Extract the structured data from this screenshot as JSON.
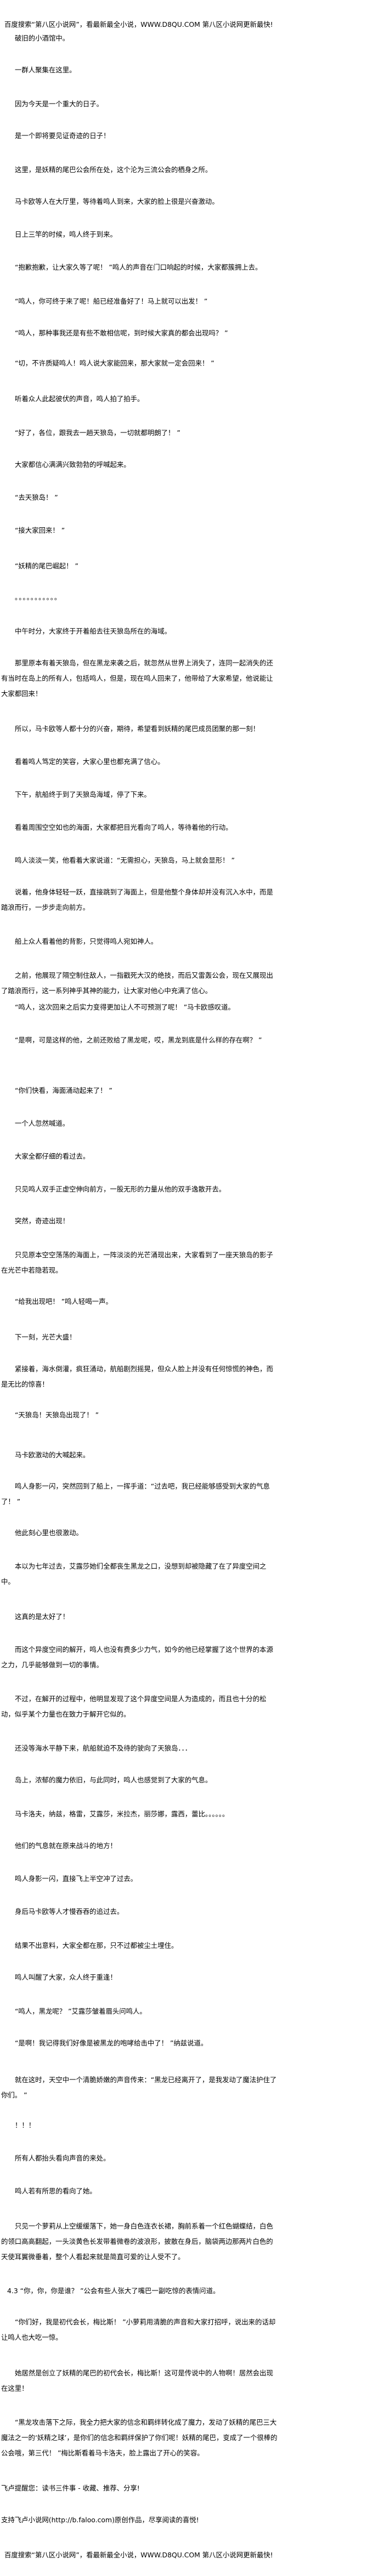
{
  "header_banner": "百度搜索“第八区小说网”，看最新最全小说，WWW.D8QU.COM  第八区小说网更新最快!",
  "paragraphs": [
    "破旧的小酒馆中。",
    "一群人聚集在这里。",
    "因为今天是一个重大的日子。",
    "是一个即将要见证奇迹的日子！",
    "这里，是妖精的尾巴公会所在处，这个沦为三流公会的栖身之所。",
    "马卡欧等人在大厅里，等待着鸣人到来，大家的脸上很是兴奋激动。",
    "日上三竿的时候，鸣人终于到来。",
    "“抱歉抱歉，让大家久等了呢！ ”鸣人的声音在门口响起的时候，大家都簇拥上去。",
    "“鸣人，你可终于来了呢！船已经准备好了！马上就可以出发！ ”",
    "“鸣人，那种事我还是有些不敢相信呢，到时候大家真的都会出现吗？ ”",
    "“切，不许质疑鸣人！鸣人说大家能回来，那大家就一定会回来！ ”",
    "听着众人此起彼伏的声音，鸣人拍了拍手。",
    "“好了，各位，跟我去一趟天狼岛，一切就都明朗了！ ”",
    "大家都信心满满兴致勃勃的呼喊起来。",
    "“去天狼岛！ ”",
    "“接大家回来！ ”",
    "“妖精的尾巴崛起！ ”",
    "。。。。。。。。。。。",
    "中午时分，大家终于开着船去往天狼岛所在的海域。",
    "那里原本有着天狼岛，但在黑龙来袭之后，就忽然从世界上消失了，连同一起消失的还有当时在岛上的所有人，包括鸣人，但是，现在鸣人回来了，他带给了大家希望，他说能让大家都回来！",
    "所以，马卡欧等人都十分的兴奋，期待，希望看到妖精的尾巴成员团聚的那一刻！",
    "看着鸣人笃定的笑容，大家心里也都充满了信心。",
    "下午，航船终于到了天狼岛海域，停了下来。",
    "看着周围空空如也的海面，大家都把目光看向了鸣人，等待着他的行动。",
    "鸣人淡淡一笑，他看着大家说道：“无需担心，天狼岛，马上就会显形！ ”",
    "说着，他身体轻轻一跃，直接跳到了海面上，但是他整个身体却并没有沉入水中，而是踏浪而行，一步步走向前方。",
    "船上众人看着他的背影，只觉得鸣人宛如神人。",
    "之前，他展现了隔空制住敌人，一指戳死大汉的绝技，而后又雷轰公会，现在又展现出了踏浪而行，这一系列神乎其神的能力，让大家对他心中充满了信心。",
    "“鸣人，这次回来之后实力变得更加让人不可预测了呢！ ”马卡欧感叹道。",
    "“是啊，可是这样的他，之前还败给了黑龙呢，哎，黑龙到底是什么样的存在啊？ ”",
    "“你们快看，海面涌动起来了！ ”",
    "一个人忽然喊道。",
    "大家全都仔细的看过去。",
    "只见鸣人双手正虚空伸向前方，一股无形的力量从他的双手逸散开去。",
    "突然，奇迹出现！",
    "只见原本空空荡荡的海面上，一阵淡淡的光芒涌现出来，大家看到了一座天狼岛的影子在光芒中若隐若现。",
    "“给我出现吧！ ”鸣人轻喝一声。",
    "下一刻，光芒大盛！",
    "紧接着，海水倒灌，疯狂涌动，航船剧烈摇晃，但众人脸上并没有任何惊慌的神色，而是无比的惊喜！",
    "“天狼岛！天狼岛出现了！ ”",
    "马卡欧激动的大喊起来。",
    "鸣人身影一闪，突然回到了船上，一挥手道：“过去吧，我已经能够感受到大家的气息了！ ”",
    "他此刻心里也很激动。",
    "本以为七年过去，艾露莎她们全都丧生黑龙之口，没想到却被隐藏了在了异度空间之中。",
    "这真的是太好了！",
    "而这个异度空间的解开，鸣人也没有费多少力气，如今的他已经掌握了这个世界的本源之力，几乎能够做到一切的事情。",
    "不过，在解开的过程中，他明显发现了这个异度空间是人为造成的，而且也十分的松动，似乎某个力量也在致力于解开它似的。",
    "还没等海水平静下来，航船就迫不及待的驶向了天狼岛．．．",
    "岛上，浓郁的魔力依旧，与此同时，鸣人也感觉到了大家的气息。",
    "马卡洛夫，纳兹，格雷，艾露莎，米拉杰，丽莎娜，露西，蕾比。。。。。。",
    "他们的气息就在原来战斗的地方！",
    "鸣人身影一闪，直接飞上半空冲了过去。",
    "身后马卡欧等人才慢吞吞的追过去。",
    "结果不出意料，大家全都在那，只不过都被尘土埋住。",
    "鸣人叫醒了大家，众人终于重逢！",
    "“鸣人，黑龙呢？ ”艾露莎皱着眉头问鸣人。",
    "“是啊！我记得我们好像是被黑龙的咆哮给击中了！ ”纳兹说道。",
    "就在这时，天空中一个清脆娇嫩的声音传来：“黑龙已经离开了，是我发动了魔法护住了你们。 ”",
    "！！！",
    "所有人都抬头看向声音的来处。",
    "鸣人若有所思的看向了她。",
    "只见一个萝莉从上空缓缓落下，她一身白色连衣长裙，胸前系着一个红色蝴蝶结，白色的领口高高翻起，一头淡黄色长发带着微卷的波浪形，披散在身后，脑袋两边那两片白色的天使耳翼微垂着，整个人看起来就是简直可爱的让人受不了。",
    "4.3  “你，你，你是谁？ ”公会有些人张大了嘴巴一副吃惊的表情问道。",
    "“你们好，我是初代会长，梅比斯！ ”小萝莉用清脆的声音和大家打招呼，说出来的话却让鸣人也大吃一惊。",
    "她居然是创立了妖精的尾巴的初代会长，梅比斯！这可是传说中的人物啊！居然会出现在这里！",
    "“黑龙攻击落下之际，我全力把大家的信念和羁绊转化成了魔力，发动了妖精的尾巴三大魔法之一的‘妖精之球’，是你们的信念和羁绊保护了你们呢！妖精的尾巴，变成了一个很棒的公会哦，第三代！ ”梅比斯看着马卡洛夫，脸上露出了开心的笑容。"
  ],
  "footer": {
    "reminder": "飞卢提醒您：读书三件事 - 收藏、推荐、分享!",
    "support": "支持飞卢小说网(http://b.faloo.com)原创作品，尽享阅读的喜悦!",
    "banner": "百度搜索“第八区小说网”，看最新最全小说，WWW.D8QU.COM  第八区小说网更新最快!"
  }
}
